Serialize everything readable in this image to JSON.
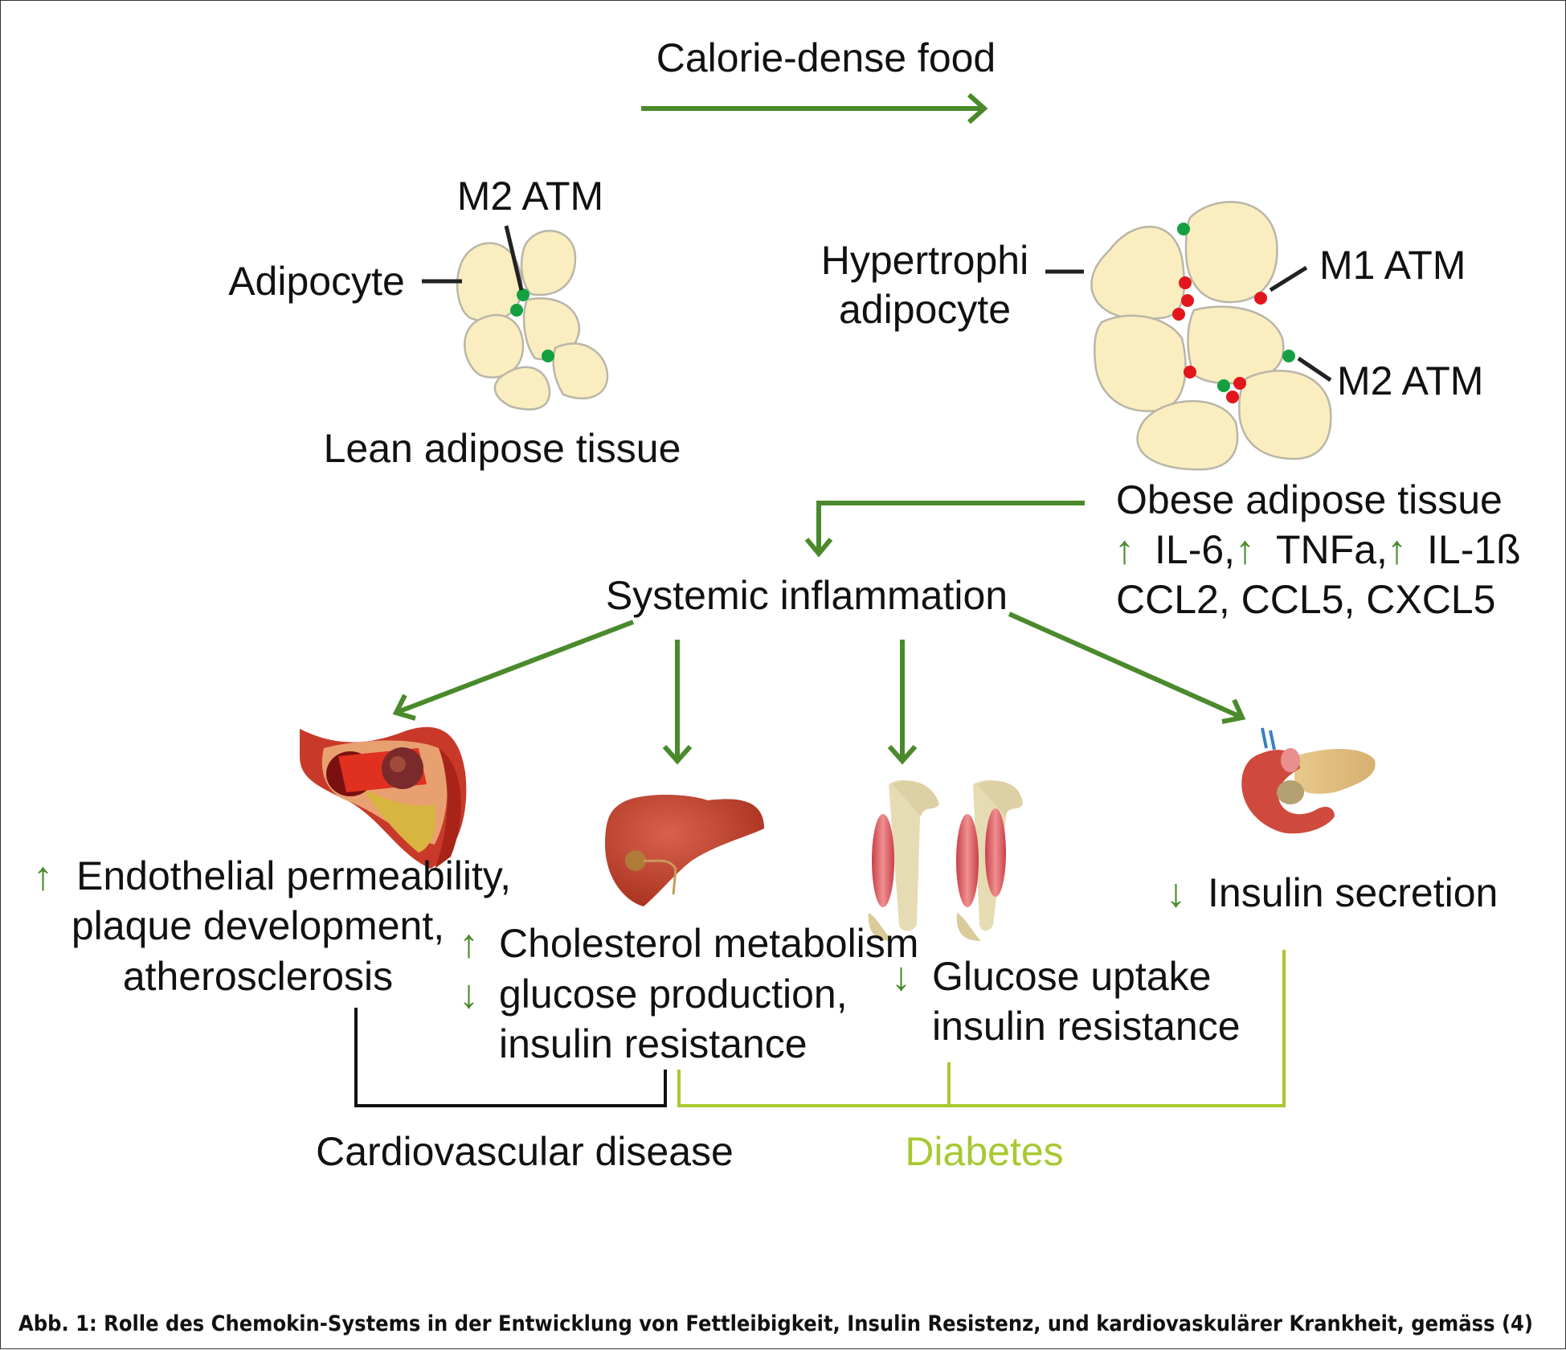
{
  "header": {
    "transition_label": "Calorie-dense food"
  },
  "lean": {
    "m2_label": "M2 ATM",
    "adipocyte_label": "Adipocyte",
    "tissue_label": "Lean adipose tissue"
  },
  "obese": {
    "hypertrophic_line1": "Hypertrophi",
    "hypertrophic_line2": "adipocyte",
    "m1_label": "M1 ATM",
    "m2_label": "M2 ATM",
    "tissue_label": "Obese adipose tissue",
    "cytokines": [
      {
        "arrow": "↑",
        "name": "IL-6,"
      },
      {
        "arrow": "↑",
        "name": "TNFa,"
      },
      {
        "arrow": "↑",
        "name": "IL-1ß"
      }
    ],
    "chemokines": "CCL2, CCL5, CXCL5"
  },
  "center": {
    "label": "Systemic inflammation"
  },
  "effects": {
    "vessel": {
      "illustration": "blood-vessel-plaque",
      "arrow": "↑",
      "lines": [
        "Endothelial permeability,",
        "plaque development,",
        "atherosclerosis"
      ]
    },
    "liver": {
      "illustration": "liver",
      "lines": [
        {
          "arrow": "↑",
          "text": "Cholesterol metabolism"
        },
        {
          "arrow": "↓",
          "text": "glucose production,"
        },
        {
          "arrow": "",
          "text": "insulin resistance"
        }
      ]
    },
    "muscle": {
      "illustration": "arm-muscles",
      "lines": [
        {
          "arrow": "↓",
          "text": "Glucose uptake"
        },
        {
          "arrow": "",
          "text": "insulin resistance"
        }
      ]
    },
    "pancreas": {
      "illustration": "pancreas",
      "arrow": "↓",
      "text": "Insulin secretion"
    }
  },
  "outcomes": {
    "cardio": "Cardiovascular disease",
    "diabetes": "Diabetes"
  },
  "caption": "Abb. 1: Rolle des Chemokin-Systems in der Entwicklung von Fettleibigkeit, Insulin Resistenz, und kardiovaskulärer Krankheit, gemäss (4)",
  "colors": {
    "arrow_green": "#4a8a2c",
    "diabetes_lime": "#a8c832",
    "m2_macrophage": "#14a040",
    "m1_macrophage": "#e2161c",
    "adipocyte_fill": "#faedbf"
  }
}
